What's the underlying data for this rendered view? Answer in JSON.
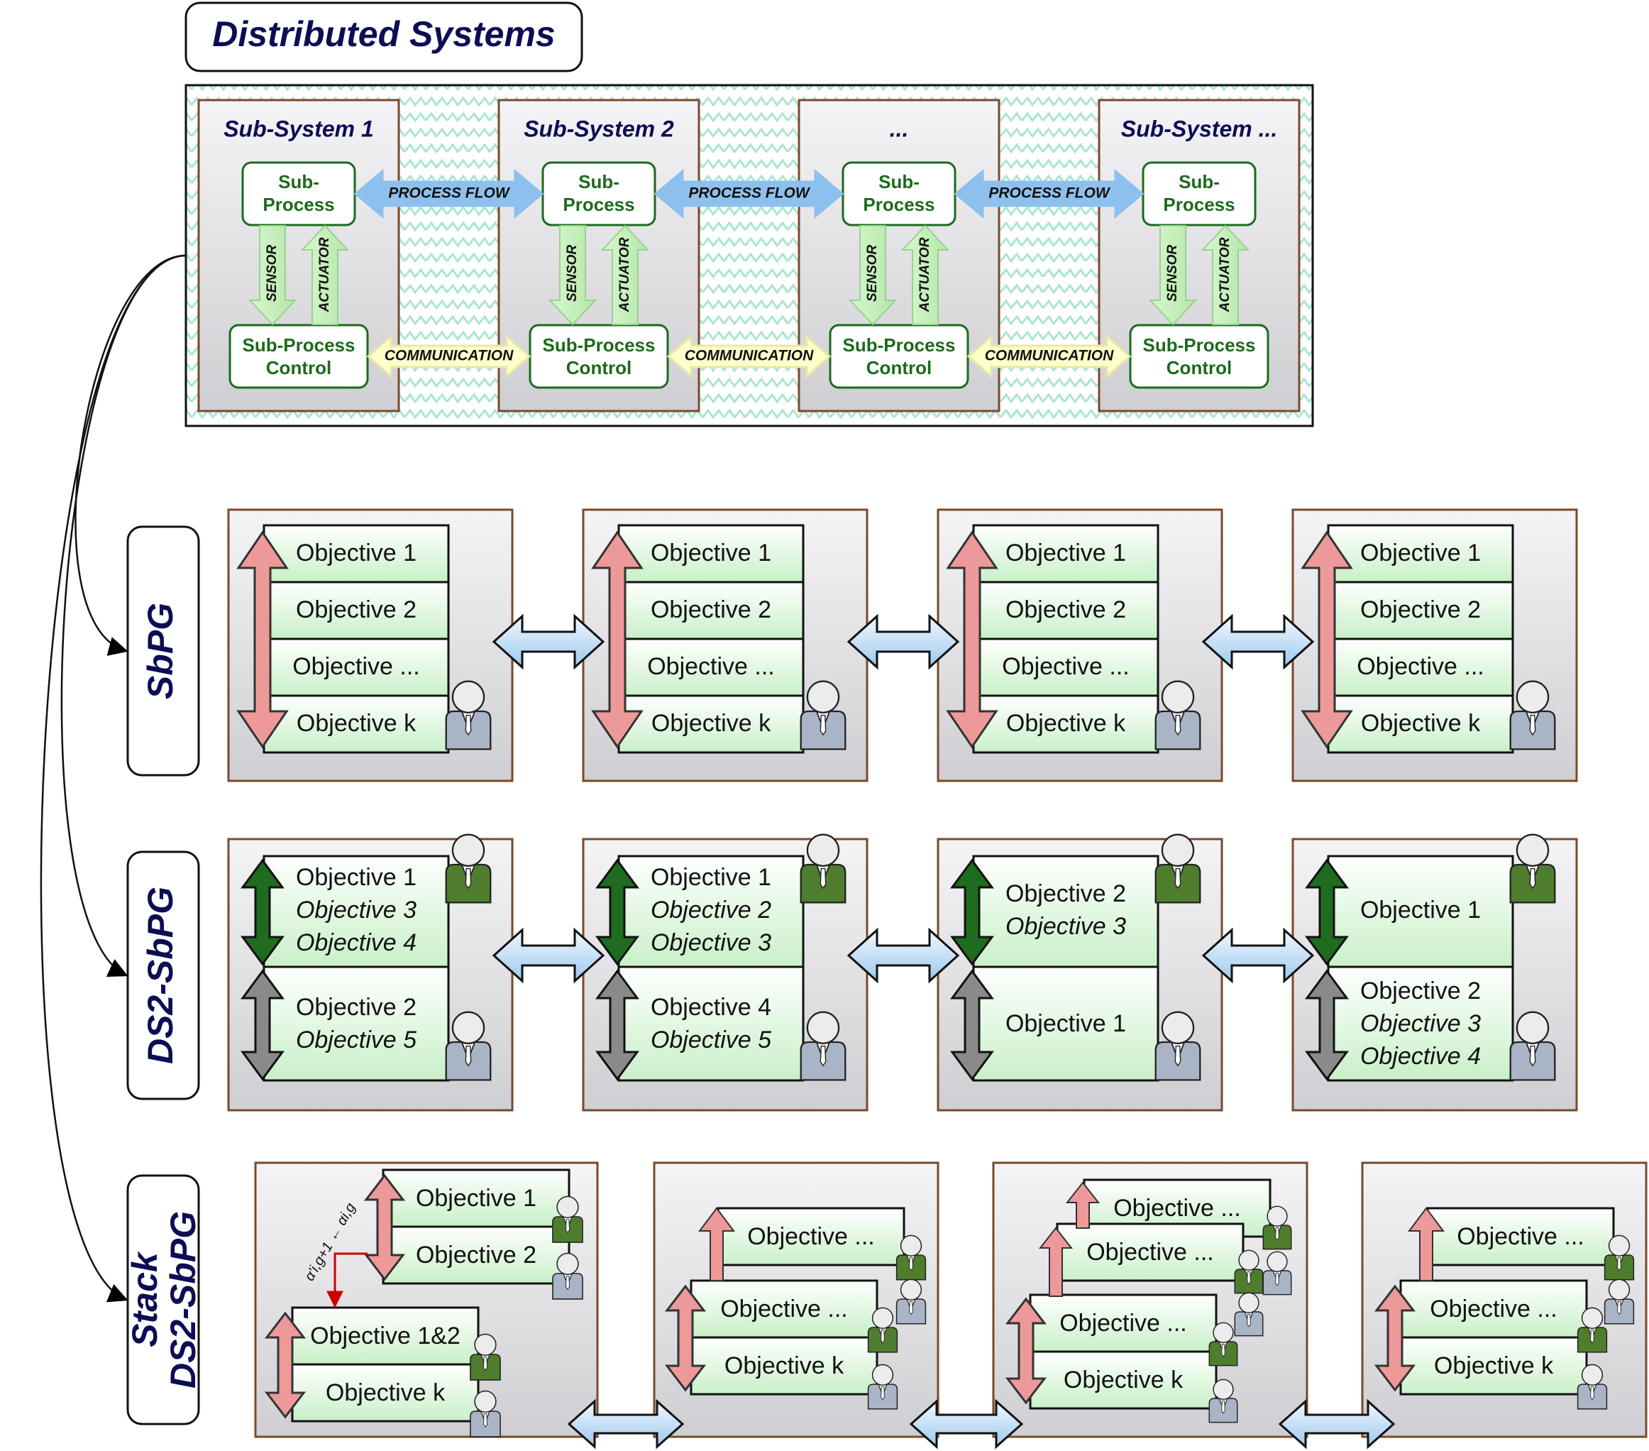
{
  "title": "Distributed Systems",
  "subsystems": [
    {
      "name": "Sub-System 1"
    },
    {
      "name": "Sub-System 2"
    },
    {
      "name": "..."
    },
    {
      "name": "Sub-System ..."
    }
  ],
  "subprocess_label": [
    "Sub-",
    "Process"
  ],
  "control_label": [
    "Sub-Process",
    "Control"
  ],
  "sensor_label": "SENSOR",
  "actuator_label": "ACTUATOR",
  "process_flow_label": "PROCESS FLOW",
  "communication_label": "COMMUNICATION",
  "rows": {
    "sbpg": {
      "label": "SbPG",
      "panels": [
        [
          "Objective 1",
          "Objective 2",
          "Objective ...",
          "Objective k"
        ],
        [
          "Objective 1",
          "Objective 2",
          "Objective ...",
          "Objective k"
        ],
        [
          "Objective 1",
          "Objective 2",
          "Objective ...",
          "Objective k"
        ],
        [
          "Objective 1",
          "Objective 2",
          "Objective ...",
          "Objective k"
        ]
      ]
    },
    "ds2": {
      "label": "DS2-SbPG",
      "panels": [
        {
          "upper": [
            "Objective 1",
            "Objective 3",
            "Objective 4"
          ],
          "lower": [
            "Objective 2",
            "Objective 5"
          ]
        },
        {
          "upper": [
            "Objective 1",
            "Objective 2",
            "Objective 3"
          ],
          "lower": [
            "Objective 4",
            "Objective 5"
          ]
        },
        {
          "upper": [
            "Objective 2",
            "Objective 3"
          ],
          "lower": [
            "Objective 1"
          ]
        },
        {
          "upper": [
            "Objective 1"
          ],
          "lower": [
            "Objective 2",
            "Objective 3",
            "Objective 4"
          ]
        }
      ]
    },
    "stack": {
      "label_line1": "Stack",
      "label_line2": "DS2-SbPG",
      "panel1": {
        "top": [
          "Objective 1",
          "Objective 2"
        ],
        "bottom": [
          "Objective 1&2",
          "Objective k"
        ],
        "formula": "α'i,g+1 ← αi,g"
      },
      "panel2": [
        "Objective ...",
        "Objective ...",
        "Objective k"
      ],
      "panel3": [
        "Objective ...",
        "Objective ...",
        "Objective ...",
        "Objective k"
      ],
      "panel4": [
        "Objective ...",
        "Objective ...",
        "Objective k"
      ]
    }
  },
  "colors": {
    "panel_border": "#7a4a2a",
    "box_green": "#1c6a1c",
    "process_flow": "#8ec0ee",
    "communication": "#ffffcc",
    "pink_arrow": "#ee9999",
    "dark_green_arrow": "#1f6b1f",
    "gray_arrow": "#8a8a8a",
    "person_green": "#4e7d2e",
    "person_gray": "#a9b4c6",
    "title_text": "#0d0d55"
  }
}
